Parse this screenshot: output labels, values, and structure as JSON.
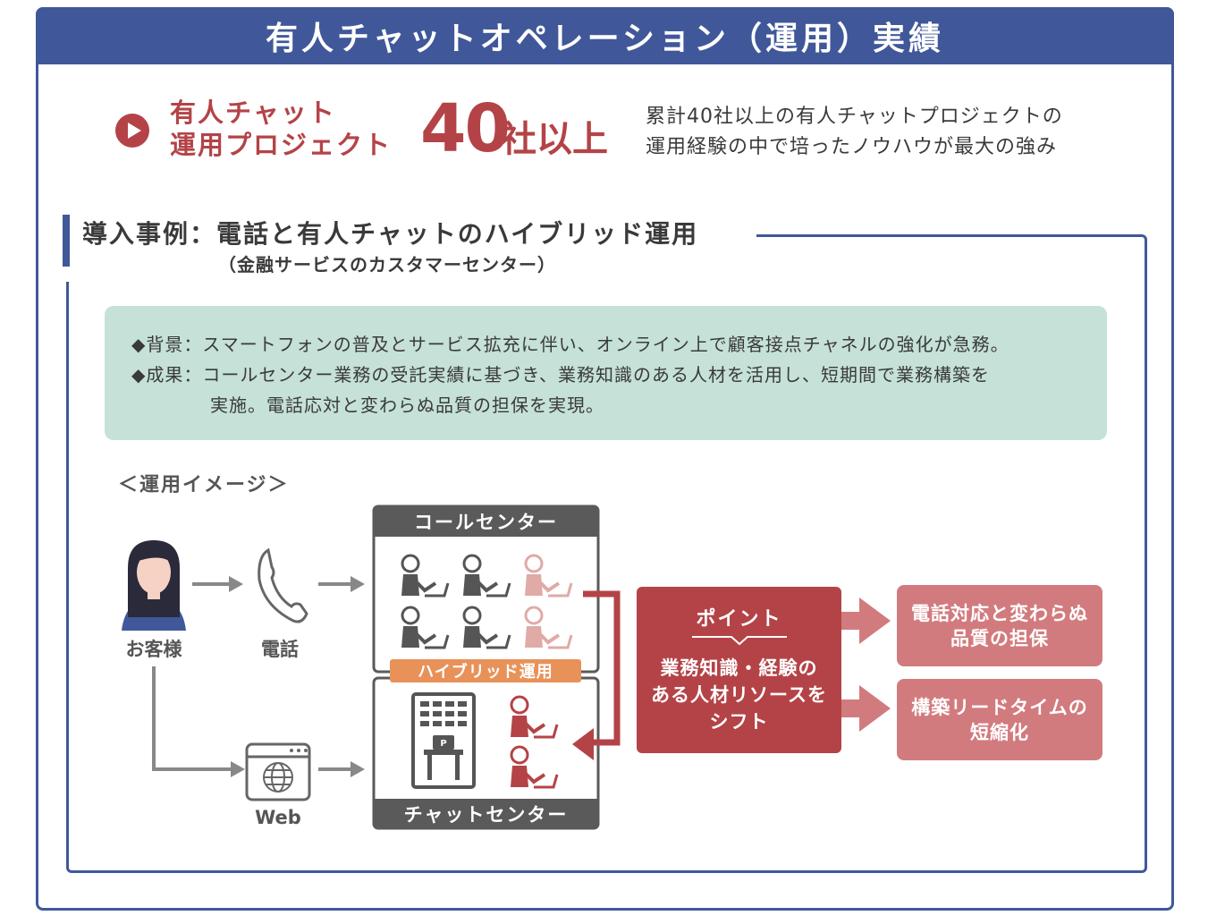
{
  "header": {
    "title": "有人チャットオペレーション（運用）実績"
  },
  "kpi": {
    "label_line1": "有人チャット",
    "label_line2": "運用プロジェクト",
    "number": "40",
    "unit": "社以上",
    "desc_line1": "累計40社以上の有人チャットプロジェクトの",
    "desc_line2": "運用経験の中で培ったノウハウが最大の強み"
  },
  "case": {
    "title": "導入事例：電話と有人チャットのハイブリッド運用",
    "subtitle": "（金融サービスのカスタマーセンター）",
    "background": "◆背景：スマートフォンの普及とサービス拡充に伴い、オンライン上で顧客接点チャネルの強化が急務。",
    "result_line1": "◆成果：コールセンター業務の受託実績に基づき、業務知識のある人材を活用し、短期間で業務構築を",
    "result_line2": "実施。電話応対と変わらぬ品質の担保を実現。"
  },
  "diagram": {
    "title": "＜運用イメージ＞",
    "customer_label": "お客様",
    "phone_label": "電話",
    "web_label": "Web",
    "call_center_label": "コールセンター",
    "chat_center_label": "チャットセンター",
    "hybrid_label": "ハイブリッド運用",
    "point_title": "ポイント",
    "point_line1": "業務知識・経験の",
    "point_line2": "ある人材リソースを",
    "point_line3": "シフト",
    "result1_line1": "電話対応と変わらぬ",
    "result1_line2": "品質の担保",
    "result2_line1": "構築リードタイムの",
    "result2_line2": "短縮化",
    "booth_letter": "P"
  },
  "colors": {
    "navy": "#40589a",
    "red": "#b44347",
    "mint": "#c5e1d8",
    "pink": "#d27b7e",
    "orange": "#e8925a",
    "gray": "#5a5a5a"
  }
}
